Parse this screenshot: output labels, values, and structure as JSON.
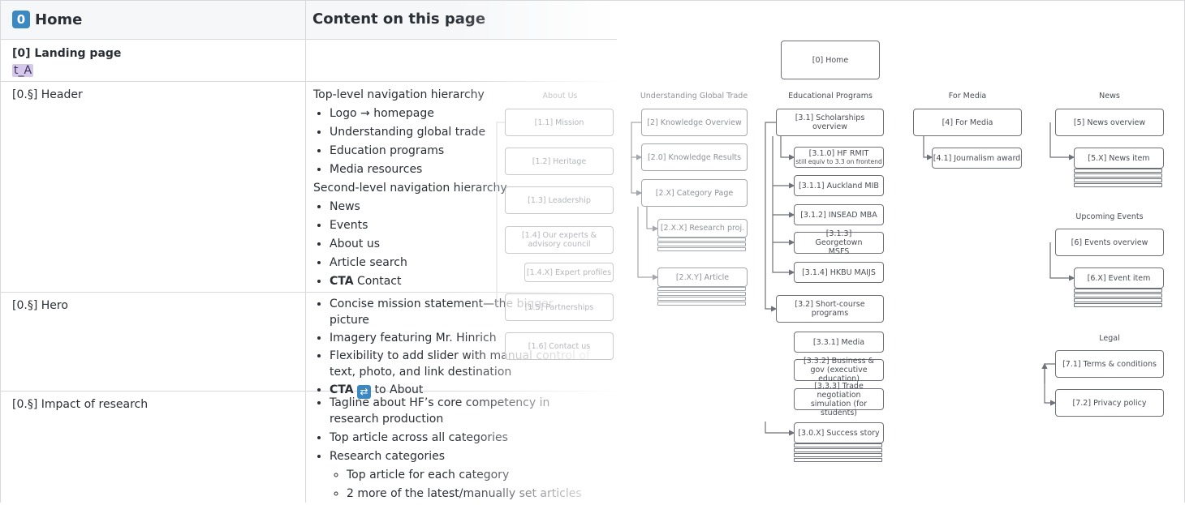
{
  "table": {
    "header": {
      "badge": "0",
      "title": "Home",
      "content_heading": "Content on this page"
    },
    "rows": [
      {
        "label": "[0] Landing page",
        "tag": "t_A"
      },
      {
        "label": "[0.§] Header",
        "intro1": "Top-level navigation hierarchy",
        "list1": [
          "Logo → homepage",
          "Understanding global trade",
          "Education programs",
          "Media resources"
        ],
        "intro2": "Second-level navigation hierarchy",
        "list2": [
          "News",
          "Events",
          "About us",
          "Article search"
        ],
        "cta_label": "CTA",
        "cta_text": " Contact"
      },
      {
        "label": "[0.§] Hero",
        "list": [
          "Concise mission statement—the bigger picture",
          "Imagery featuring Mr. Hinrich",
          "Flexibility to add slider with manual control of text, photo, and link destination"
        ],
        "cta_label": "CTA",
        "cta_icon": "shuffle-icon",
        "cta_text": " to About"
      },
      {
        "label": "[0.§] Impact of research",
        "list": [
          "Tagline about HF’s core competency in research production",
          "Top article across all categories",
          "Research categories"
        ],
        "sublist": [
          "Top article for each category",
          "2 more of the latest/manually set articles"
        ]
      }
    ]
  },
  "sitemap": {
    "home": "[0] Home",
    "columns": {
      "about": {
        "title": "About Us",
        "nodes": [
          "[1.1] Mission",
          "[1.2] Heritage",
          "[1.3] Leadership",
          "[1.4] Our experts & advisory council",
          "[1.4.X] Expert profiles",
          "[1.5] Partnerships",
          "[1.6] Contact us"
        ]
      },
      "trade": {
        "title": "Understanding Global Trade",
        "nodes": [
          "[2] Knowledge Overview",
          "[2.0] Knowledge Results",
          "[2.X] Category Page",
          "[2.X.X] Research proj.",
          "[2.X.Y] Article"
        ]
      },
      "edu": {
        "title": "Educational Programs",
        "overview": "[3.1] Scholarships overview",
        "rmit_main": "[3.1.0] HF RMIT",
        "rmit_note": "still equiv to 3.3 on frontend",
        "nodes": [
          "[3.1.1] Auckland MIB",
          "[3.1.2] INSEAD MBA",
          "[3.1.3] Georgetown MSFS",
          "[3.1.4] HKBU MAIJS"
        ],
        "short": "[3.2] Short-course programs",
        "short_nodes": [
          "[3.3.1] Media",
          "[3.3.2] Business & gov (executive education)",
          "[3.3.3] Trade negotiation simulation (for students)"
        ],
        "story": "[3.0.X] Success story"
      },
      "media": {
        "title": "For Media",
        "nodes": [
          "[4] For Media",
          "[4.1] Journalism award"
        ]
      },
      "news": {
        "title": "News",
        "nodes": [
          "[5] News overview",
          "[5.X] News item"
        ]
      },
      "events": {
        "title": "Upcoming Events",
        "nodes": [
          "[6] Events overview",
          "[6.X] Event item"
        ]
      },
      "legal": {
        "title": "Legal",
        "nodes": [
          "[7.1] Terms & conditions",
          "[7.2] Privacy policy"
        ]
      }
    }
  },
  "colors": {
    "accent": "#3b88c3",
    "tag_bg": "#d6c8ec",
    "border": "#d8d9dc",
    "node_border": "#6e7179"
  }
}
